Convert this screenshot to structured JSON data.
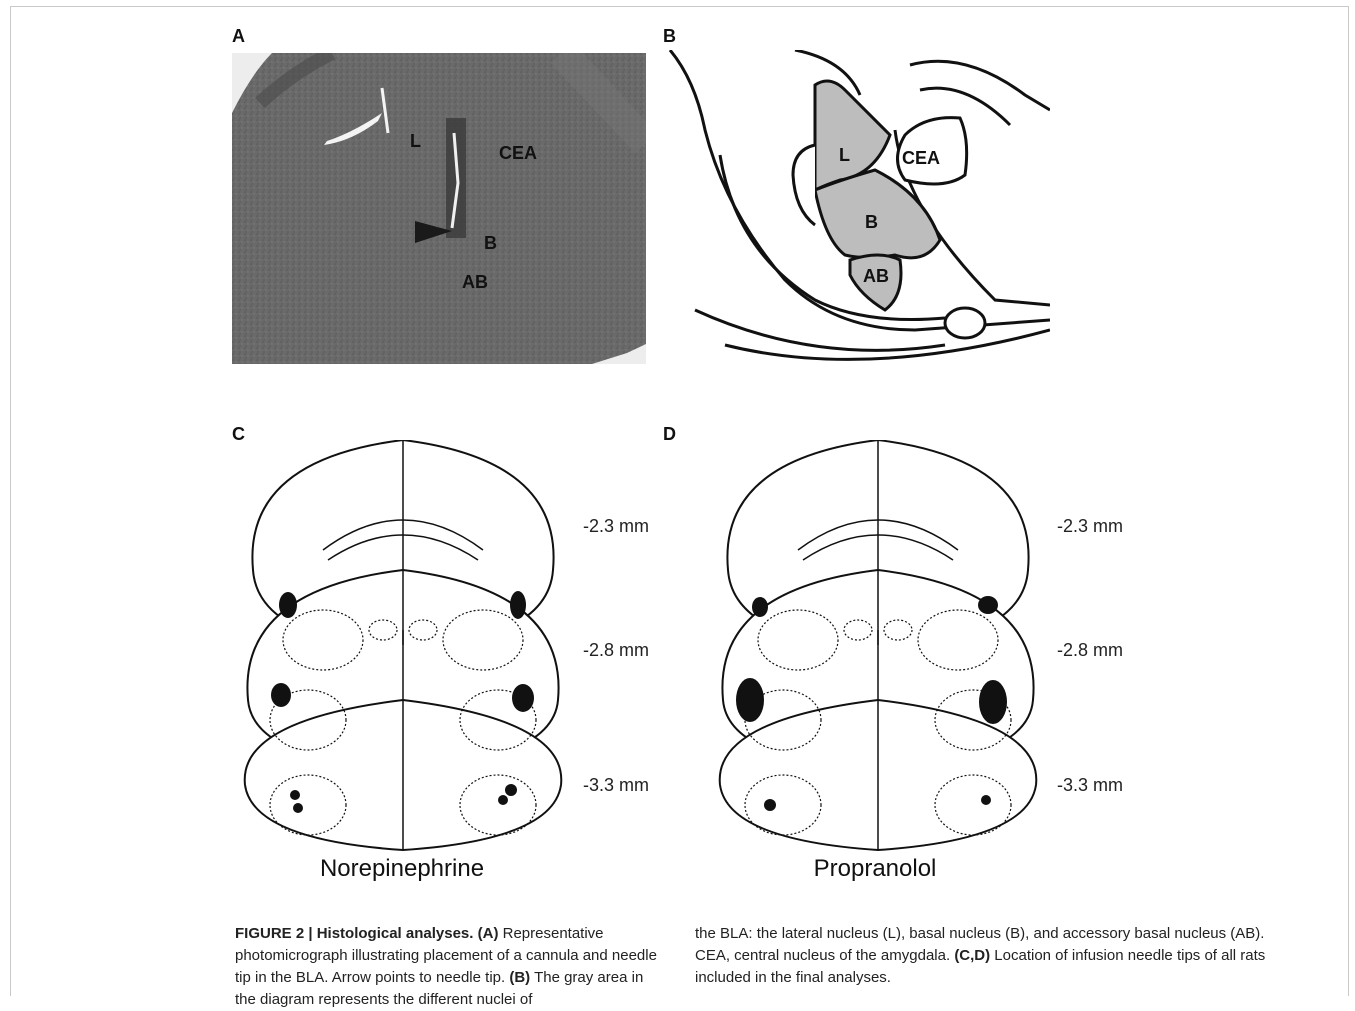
{
  "panels": {
    "a": {
      "letter": "A",
      "labels": {
        "l": "L",
        "cea": "CEA",
        "b": "B",
        "ab": "AB"
      }
    },
    "b": {
      "letter": "B",
      "labels": {
        "l": "L",
        "cea": "CEA",
        "b": "B",
        "ab": "AB"
      }
    },
    "c": {
      "letter": "C",
      "group_label": "Norepinephrine"
    },
    "d": {
      "letter": "D",
      "group_label": "Propranolol"
    }
  },
  "levels": [
    "-2.3 mm",
    "-2.8 mm",
    "-3.3 mm"
  ],
  "caption": {
    "figure_label": "FIGURE 2 | Histological analyses.",
    "a_ref": "(A)",
    "a_text": " Representative photomicrograph illustrating placement of a cannula and needle tip in the BLA. Arrow points to needle tip. ",
    "b_ref": "(B)",
    "b_text": " The gray area in the diagram represents the different nuclei of",
    "right_text": "the BLA: the lateral nucleus (L), basal nucleus (B), and accessory basal nucleus (AB). CEA, central nucleus of the amygdala. ",
    "cd_ref": "(C,D)",
    "cd_text": " Location of infusion needle tips of all rats included in the final analyses."
  }
}
